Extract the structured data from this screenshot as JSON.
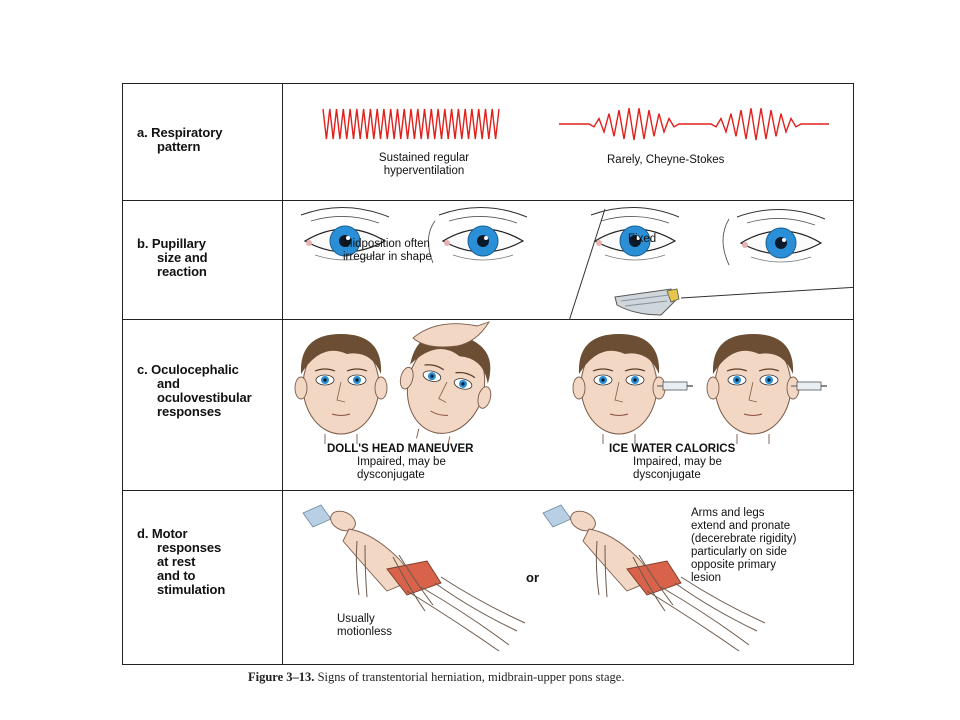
{
  "rows": [
    {
      "letter": "a.",
      "label_lines": [
        "Respiratory",
        "pattern"
      ],
      "captions": [
        "Sustained regular\nhyperventilation",
        "Rarely, Cheyne-Stokes"
      ]
    },
    {
      "letter": "b.",
      "label_lines": [
        "Pupillary",
        "size and",
        "reaction"
      ],
      "captions": [
        "Midposition often\nirregular in shape",
        "Fixed"
      ]
    },
    {
      "letter": "c.",
      "label_lines": [
        "Oculocephalic",
        "and",
        "oculovestibular",
        "responses"
      ],
      "captions": [
        "DOLL'S HEAD MANEUVER",
        "Impaired, may be\ndysconjugate",
        "ICE WATER CALORICS",
        "Impaired, may be\ndysconjugate"
      ]
    },
    {
      "letter": "d.",
      "label_lines": [
        "Motor",
        "responses",
        "at rest",
        "and to",
        "stimulation"
      ],
      "captions": [
        "Usually\nmotionless",
        "or",
        "Arms and legs\nextend and pronate\n(decerebrate rigidity)\nparticularly on side\nopposite primary\nlesion"
      ]
    }
  ],
  "figure_caption": {
    "label": "Figure 3–13.",
    "text": "Signs of transtentorial herniation, midbrain-upper pons stage."
  },
  "colors": {
    "waveform": "#e0201c",
    "iris": "#2a8fd6",
    "pupil": "#0a1a2a",
    "shorts": "#d9634a",
    "skin": "#f2d7c4",
    "hair": "#6b4e33"
  }
}
